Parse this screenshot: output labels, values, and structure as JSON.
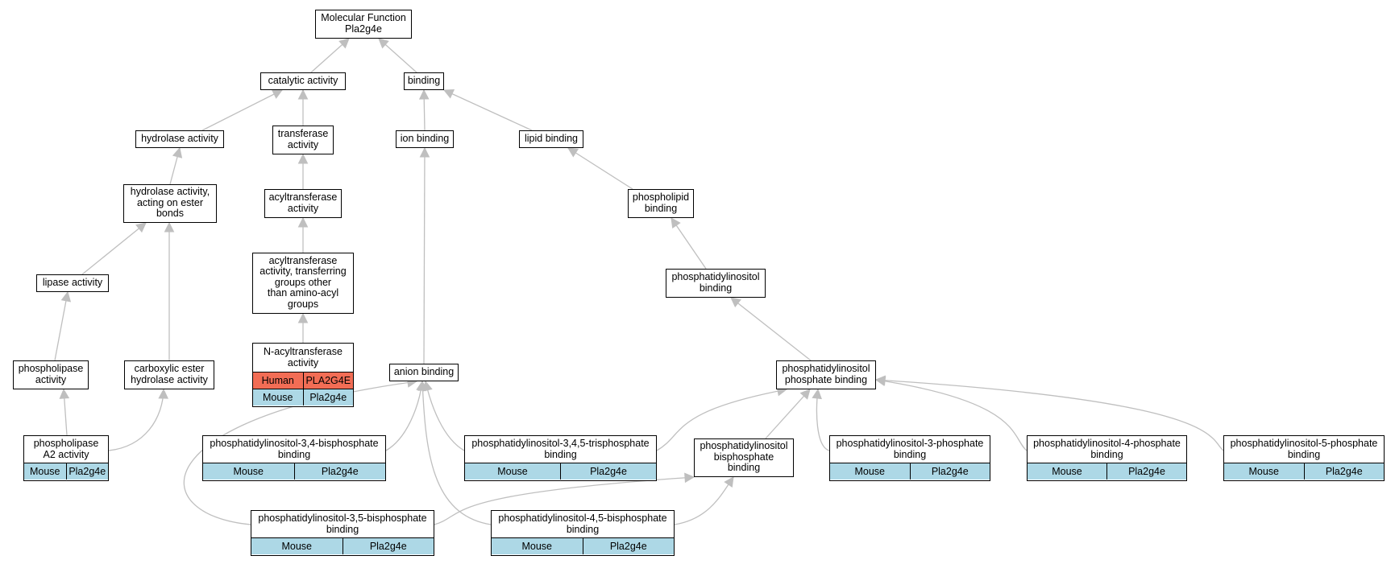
{
  "diagram": {
    "edge_color": "#bfbfbf",
    "annotation_colors": {
      "mouse": "#add8e6",
      "human": "#f26d55"
    },
    "nodes": {
      "mf": {
        "label": "Molecular Function\nPla2g4e"
      },
      "catalytic": {
        "label": "catalytic activity"
      },
      "binding": {
        "label": "binding"
      },
      "hydrolase": {
        "label": "hydrolase activity"
      },
      "transferase": {
        "label": "transferase\nactivity"
      },
      "ion_binding": {
        "label": "ion binding"
      },
      "lipid_binding": {
        "label": "lipid binding"
      },
      "hydrolase_ester": {
        "label": "hydrolase activity,\nacting on ester\nbonds"
      },
      "acyltransferase": {
        "label": "acyltransferase\nactivity"
      },
      "phospholipid_binding": {
        "label": "phospholipid\nbinding"
      },
      "acyltransferase_other": {
        "label": "acyltransferase\nactivity, transferring\ngroups other\nthan amino-acyl\ngroups"
      },
      "lipase": {
        "label": "lipase activity"
      },
      "pi_binding": {
        "label": "phosphatidylinositol\nbinding"
      },
      "n_acyltransferase": {
        "label": "N-acyltransferase\nactivity",
        "annotations": [
          {
            "species": "Human",
            "gene": "PLA2G4E"
          },
          {
            "species": "Mouse",
            "gene": "Pla2g4e"
          }
        ]
      },
      "phospholipase": {
        "label": "phospholipase\nactivity"
      },
      "carboxylic_ester": {
        "label": "carboxylic ester\nhydrolase activity"
      },
      "anion_binding": {
        "label": "anion binding"
      },
      "pip_binding": {
        "label": "phosphatidylinositol\nphosphate binding"
      },
      "pla2": {
        "label": "phospholipase\nA2 activity",
        "annotations": [
          {
            "species": "Mouse",
            "gene": "Pla2g4e"
          }
        ]
      },
      "pi34": {
        "label": "phosphatidylinositol-3,4-bisphosphate\nbinding",
        "annotations": [
          {
            "species": "Mouse",
            "gene": "Pla2g4e"
          }
        ]
      },
      "pi345": {
        "label": "phosphatidylinositol-3,4,5-trisphosphate\nbinding",
        "annotations": [
          {
            "species": "Mouse",
            "gene": "Pla2g4e"
          }
        ]
      },
      "pi_bis": {
        "label": "phosphatidylinositol\nbisphosphate\nbinding"
      },
      "pi3": {
        "label": "phosphatidylinositol-3-phosphate\nbinding",
        "annotations": [
          {
            "species": "Mouse",
            "gene": "Pla2g4e"
          }
        ]
      },
      "pi4": {
        "label": "phosphatidylinositol-4-phosphate\nbinding",
        "annotations": [
          {
            "species": "Mouse",
            "gene": "Pla2g4e"
          }
        ]
      },
      "pi5": {
        "label": "phosphatidylinositol-5-phosphate\nbinding",
        "annotations": [
          {
            "species": "Mouse",
            "gene": "Pla2g4e"
          }
        ]
      },
      "pi35": {
        "label": "phosphatidylinositol-3,5-bisphosphate\nbinding",
        "annotations": [
          {
            "species": "Mouse",
            "gene": "Pla2g4e"
          }
        ]
      },
      "pi45": {
        "label": "phosphatidylinositol-4,5-bisphosphate\nbinding",
        "annotations": [
          {
            "species": "Mouse",
            "gene": "Pla2g4e"
          }
        ]
      }
    },
    "edges": [
      [
        "catalytic",
        "mf"
      ],
      [
        "binding",
        "mf"
      ],
      [
        "hydrolase",
        "catalytic"
      ],
      [
        "transferase",
        "catalytic"
      ],
      [
        "ion_binding",
        "binding"
      ],
      [
        "lipid_binding",
        "binding"
      ],
      [
        "hydrolase_ester",
        "hydrolase"
      ],
      [
        "acyltransferase",
        "transferase"
      ],
      [
        "acyltransferase_other",
        "acyltransferase"
      ],
      [
        "n_acyltransferase",
        "acyltransferase_other"
      ],
      [
        "lipase",
        "hydrolase_ester"
      ],
      [
        "carboxylic_ester",
        "hydrolase_ester"
      ],
      [
        "phospholipase",
        "lipase"
      ],
      [
        "pla2",
        "phospholipase"
      ],
      [
        "pla2",
        "carboxylic_ester"
      ],
      [
        "anion_binding",
        "ion_binding"
      ],
      [
        "phospholipid_binding",
        "lipid_binding"
      ],
      [
        "pi_binding",
        "phospholipid_binding"
      ],
      [
        "pip_binding",
        "pi_binding"
      ],
      [
        "pi34",
        "anion_binding"
      ],
      [
        "pi345",
        "anion_binding"
      ],
      [
        "pi35",
        "anion_binding"
      ],
      [
        "pi45",
        "anion_binding"
      ],
      [
        "pi345",
        "pip_binding"
      ],
      [
        "pi_bis",
        "pip_binding"
      ],
      [
        "pi3",
        "pip_binding"
      ],
      [
        "pi4",
        "pip_binding"
      ],
      [
        "pi5",
        "pip_binding"
      ],
      [
        "pi35",
        "pi_bis"
      ],
      [
        "pi45",
        "pi_bis"
      ]
    ]
  }
}
